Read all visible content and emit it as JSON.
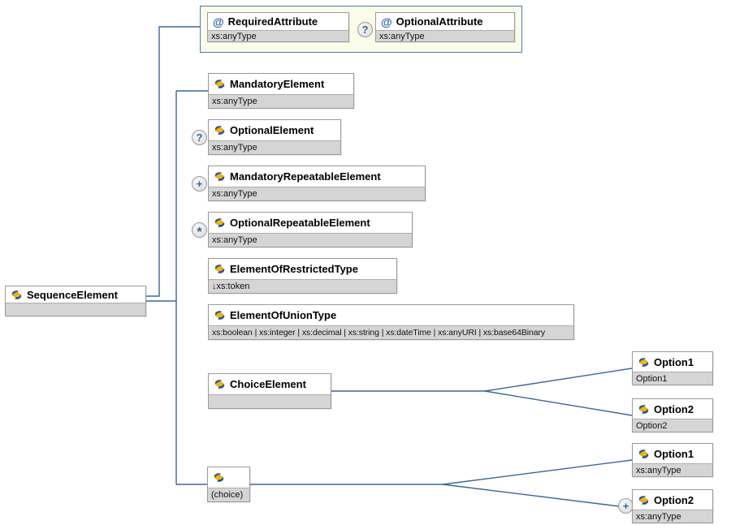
{
  "colors": {
    "connector": "#39679a",
    "node_border": "#9a9a9a",
    "type_row_bg": "#d5d5d5",
    "attr_group_bg": "#fbfbe9",
    "attr_group_border": "#4d7fab",
    "symbol_blue": "#336699",
    "icon_yellow": "#f7b500",
    "icon_blue": "#1e4f9c"
  },
  "root": {
    "name": "SequenceElement",
    "type": ""
  },
  "attribute_group": {
    "optional_indicator": "?",
    "attributes": [
      {
        "prefix": "@",
        "name": "RequiredAttribute",
        "type": "xs:anyType"
      },
      {
        "prefix": "@",
        "name": "OptionalAttribute",
        "type": "xs:anyType"
      }
    ]
  },
  "children": [
    {
      "name": "MandatoryElement",
      "type": "xs:anyType",
      "occurrence": ""
    },
    {
      "name": "OptionalElement",
      "type": "xs:anyType",
      "occurrence": "?"
    },
    {
      "name": "MandatoryRepeatableElement",
      "type": "xs:anyType",
      "occurrence": "+"
    },
    {
      "name": "OptionalRepeatableElement",
      "type": "xs:anyType",
      "occurrence": "*"
    },
    {
      "name": "ElementOfRestrictedType",
      "type": "↓xs:token",
      "occurrence": ""
    },
    {
      "name": "ElementOfUnionType",
      "type": "xs:boolean | xs:integer | xs:decimal | xs:string | xs:dateTime | xs:anyURI | xs:base64Binary",
      "occurrence": ""
    },
    {
      "name": "ChoiceElement",
      "type": "",
      "occurrence": ""
    }
  ],
  "choice_group": {
    "label": "(choice)"
  },
  "choice_element_options": [
    {
      "name": "Option1",
      "type": "Option1"
    },
    {
      "name": "Option2",
      "type": "Option2"
    }
  ],
  "choice_group_options": [
    {
      "name": "Option1",
      "type": "xs:anyType",
      "occurrence": ""
    },
    {
      "name": "Option2",
      "type": "xs:anyType",
      "occurrence": "+"
    }
  ]
}
